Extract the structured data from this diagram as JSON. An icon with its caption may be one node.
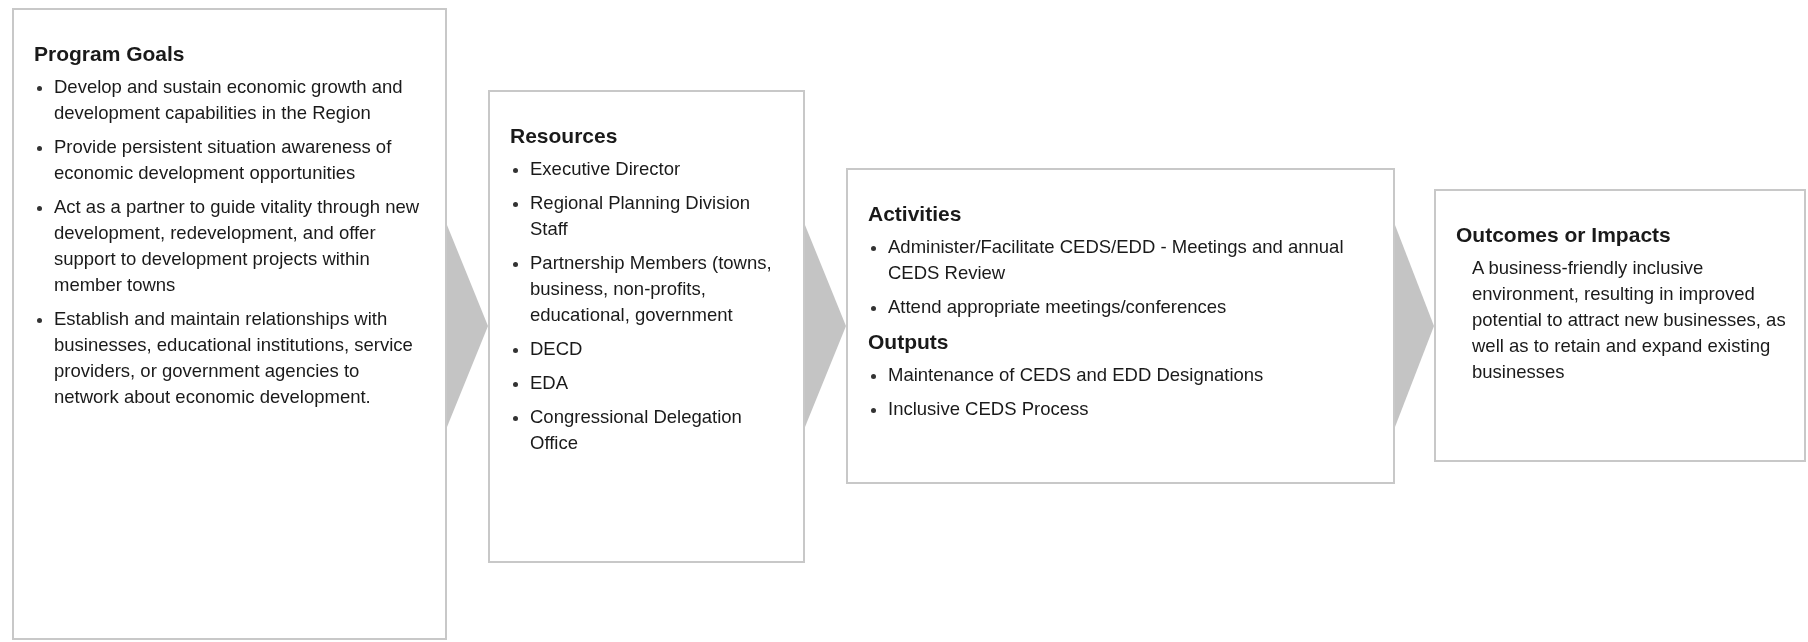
{
  "diagram": {
    "nodes": [
      {
        "text": [
          "Program Goals",
          "Develop and sustain economic growth and development capabilities in the Region",
          "Provide persistent situation awareness of economic development opportunities",
          "Act as a partner to guide vitality through new development, redevelopment, and offer support to development projects within member towns",
          "Establish and maintain relationships with businesses, educational institutions, service providers, or government agencies to network about economic development."
        ]
      },
      {
        "text": [
          "Resources",
          "Executive Director",
          "Regional Planning Division Staff",
          "Partnership Members (towns, business, non-profits, educational, government",
          "DECD",
          "EDA",
          "Congressional Delegation Office"
        ]
      },
      {
        "text": [
          "Activities",
          "Administer/Facilitate CEDS/EDD - Meetings and annual CEDS Review",
          "Attend appropriate meetings/conferences",
          "Outputs",
          "Maintenance of CEDS and EDD Designations",
          "Inclusive CEDS Process"
        ]
      },
      {
        "text": [
          "Outcomes or Impacts",
          "A business-friendly inclusive environment, resulting in improved potential to attract new businesses, as well as to retain and expand existing businesses"
        ]
      }
    ],
    "edges": [
      {
        "from": 0,
        "to": 1,
        "arrow": "to"
      },
      {
        "from": 1,
        "to": 2,
        "arrow": "to"
      },
      {
        "from": 2,
        "to": 3,
        "arrow": "to"
      }
    ]
  }
}
